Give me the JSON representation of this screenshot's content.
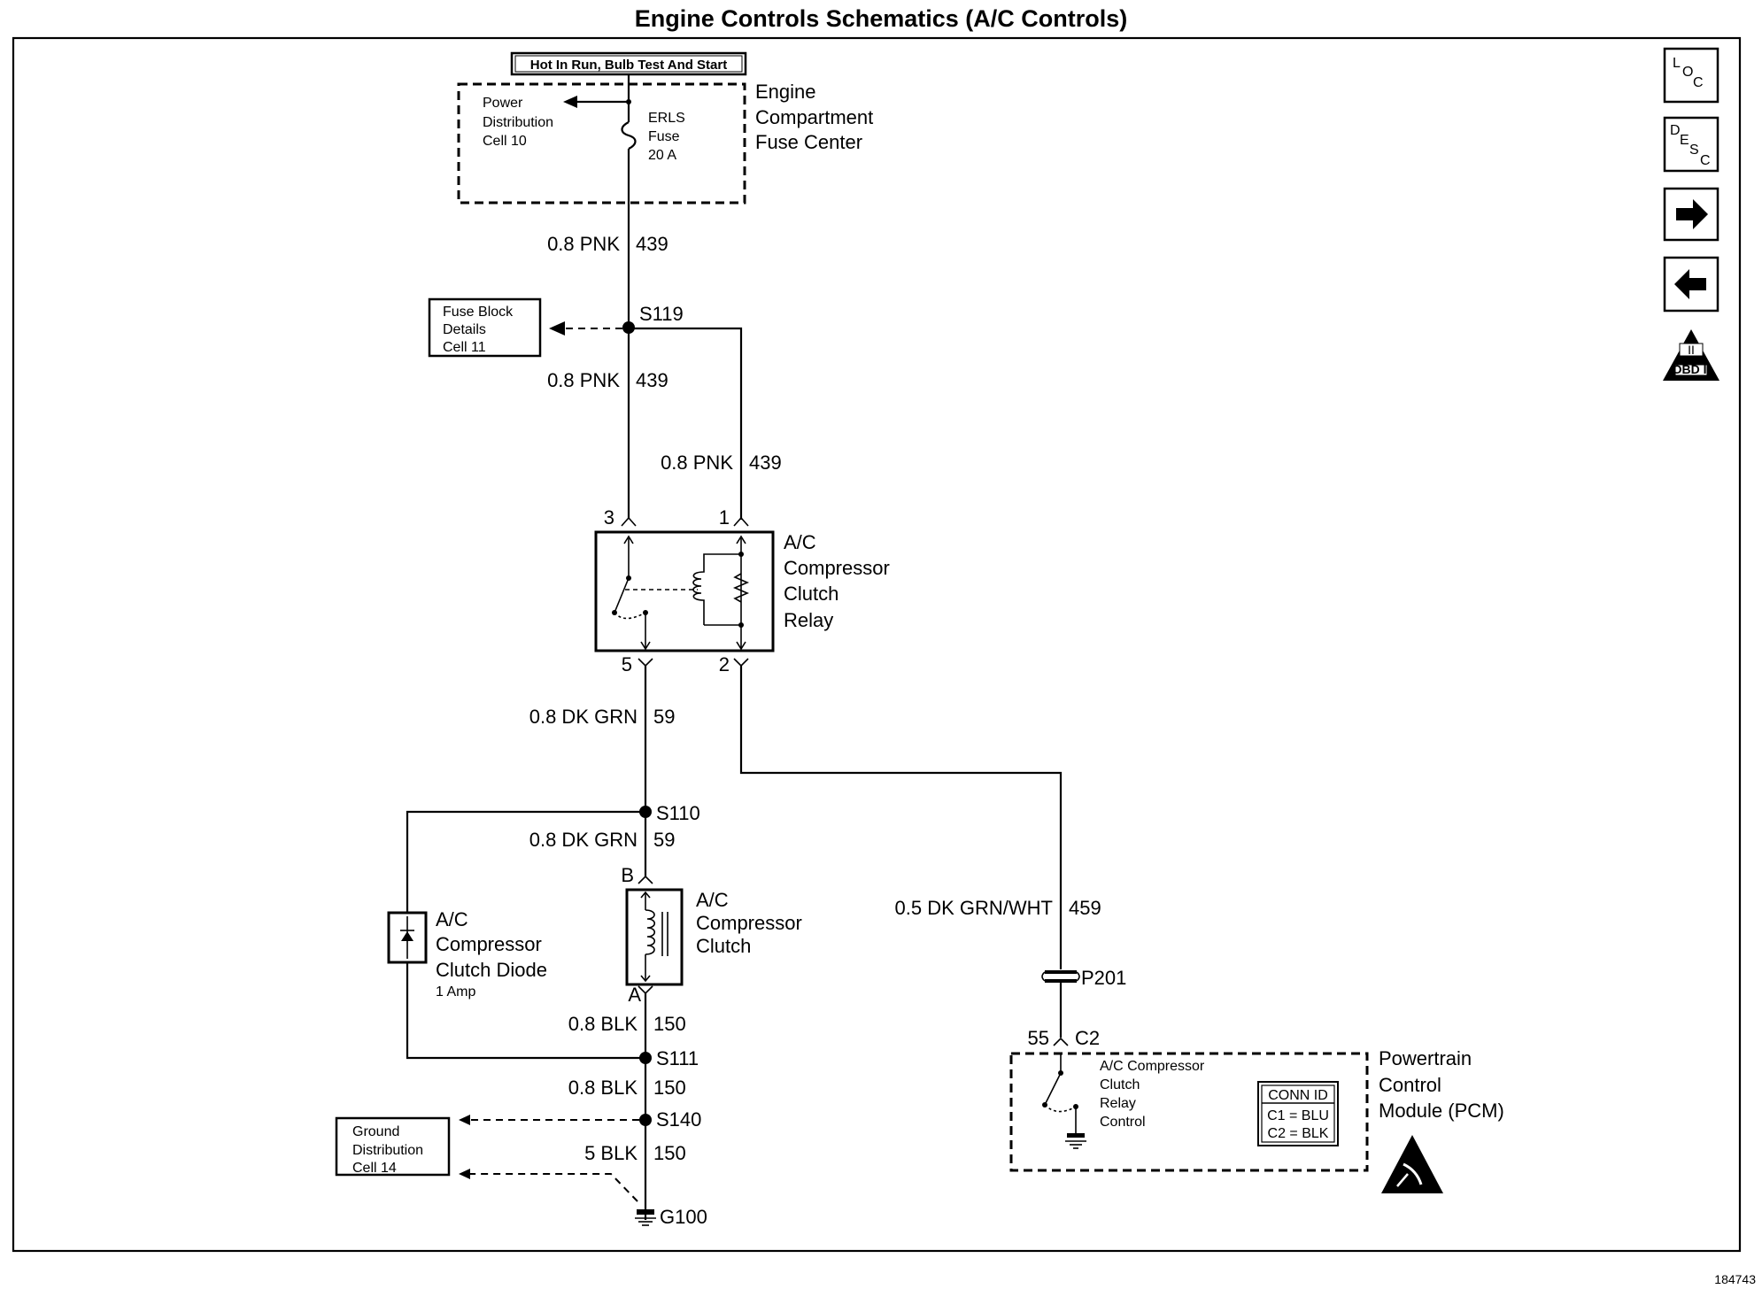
{
  "title": "Engine Controls Schematics (A/C Controls)",
  "figure_id": "184743",
  "nav": {
    "loc": {
      "l1": "L",
      "l2": "O",
      "l3": "C"
    },
    "desc": {
      "l1": "D",
      "l2": "E",
      "l3": "S",
      "l4": "C"
    },
    "obd": {
      "l1": "II",
      "l2": "OBD II"
    }
  },
  "power": {
    "hot_label": "Hot In Run, Bulb Test And Start",
    "pd_l1": "Power",
    "pd_l2": "Distribution",
    "pd_l3": "Cell 10",
    "fuse_l1": "ERLS",
    "fuse_l2": "Fuse",
    "fuse_l3": "20 A",
    "center_l1": "Engine",
    "center_l2": "Compartment",
    "center_l3": "Fuse Center"
  },
  "wires": {
    "w1_size": "0.8 PNK",
    "w1_circuit": "439",
    "w2_size": "0.8 PNK",
    "w2_circuit": "439",
    "w3_size": "0.8 PNK",
    "w3_circuit": "439",
    "w4_size": "0.8 DK GRN",
    "w4_circuit": "59",
    "w5_size": "0.8 DK GRN",
    "w5_circuit": "59",
    "w6_size": "0.5 DK GRN/WHT",
    "w6_circuit": "459",
    "w7_size": "0.8 BLK",
    "w7_circuit": "150",
    "w8_size": "0.8 BLK",
    "w8_circuit": "150",
    "w9_size": "5 BLK",
    "w9_circuit": "150"
  },
  "splices": {
    "s119": "S119",
    "s110": "S110",
    "s111": "S111",
    "s140": "S140",
    "g100": "G100",
    "p201": "P201"
  },
  "fuse_block": {
    "l1": "Fuse Block",
    "l2": "Details",
    "l3": "Cell 11"
  },
  "relay": {
    "pin3": "3",
    "pin1": "1",
    "pin5": "5",
    "pin2": "2",
    "l1": "A/C",
    "l2": "Compressor",
    "l3": "Clutch",
    "l4": "Relay"
  },
  "clutch": {
    "pinB": "B",
    "pinA": "A",
    "l1": "A/C",
    "l2": "Compressor",
    "l3": "Clutch"
  },
  "diode": {
    "l1": "A/C",
    "l2": "Compressor",
    "l3": "Clutch Diode",
    "l4": "1 Amp"
  },
  "ground_dist": {
    "l1": "Ground",
    "l2": "Distribution",
    "l3": "Cell 14"
  },
  "pcm": {
    "pin": "55",
    "conn": "C2",
    "ctrl_l1": "A/C Compressor",
    "ctrl_l2": "Clutch",
    "ctrl_l3": "Relay",
    "ctrl_l4": "Control",
    "conn_hdr": "CONN ID",
    "conn_c1": "C1 = BLU",
    "conn_c2": "C2 = BLK",
    "l1": "Powertrain",
    "l2": "Control",
    "l3": "Module (PCM)"
  }
}
